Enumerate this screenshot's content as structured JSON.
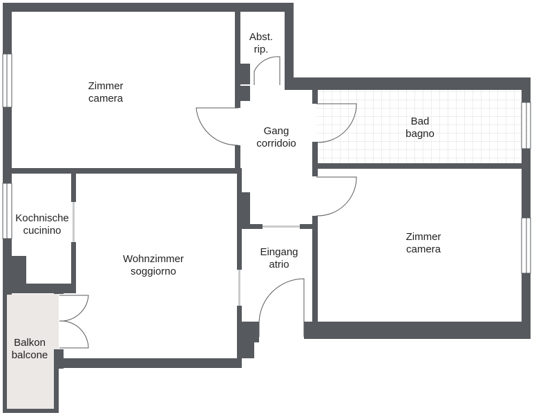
{
  "colors": {
    "wall": "#56595d",
    "balcony": "#ebe8e5",
    "tile_grid": "#dcdcdc"
  },
  "rooms": [
    {
      "id": "zimmer-1",
      "name_de": "Zimmer",
      "name_it": "camera"
    },
    {
      "id": "abstellraum",
      "name_de": "Abst.",
      "name_it": "rip."
    },
    {
      "id": "gang",
      "name_de": "Gang",
      "name_it": "corridoio"
    },
    {
      "id": "bad",
      "name_de": "Bad",
      "name_it": "bagno"
    },
    {
      "id": "kochnische",
      "name_de": "Kochnische",
      "name_it": "cucinino"
    },
    {
      "id": "wohnzimmer",
      "name_de": "Wohnzimmer",
      "name_it": "soggiorno"
    },
    {
      "id": "eingang",
      "name_de": "Eingang",
      "name_it": "atrio"
    },
    {
      "id": "zimmer-2",
      "name_de": "Zimmer",
      "name_it": "camera"
    },
    {
      "id": "balkon",
      "name_de": "Balkon",
      "name_it": "balcone"
    }
  ]
}
